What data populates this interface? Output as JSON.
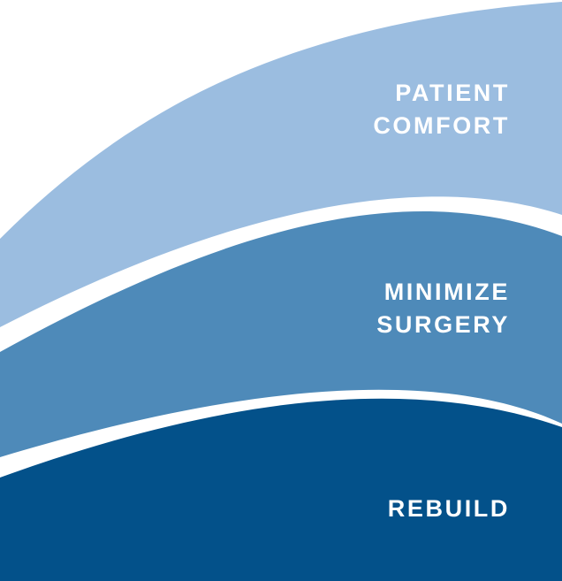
{
  "colors": {
    "background": "#ffffff",
    "top_layer": "#9bbde0",
    "middle_layer": "#4e8ab9",
    "bottom_layer": "#03518a",
    "label_text": "#ffffff"
  },
  "layers": {
    "top": {
      "line1": "PATIENT",
      "line2": "COMFORT"
    },
    "middle": {
      "line1": "MINIMIZE",
      "line2": "SURGERY"
    },
    "bottom": {
      "line1": "REBUILD"
    }
  }
}
